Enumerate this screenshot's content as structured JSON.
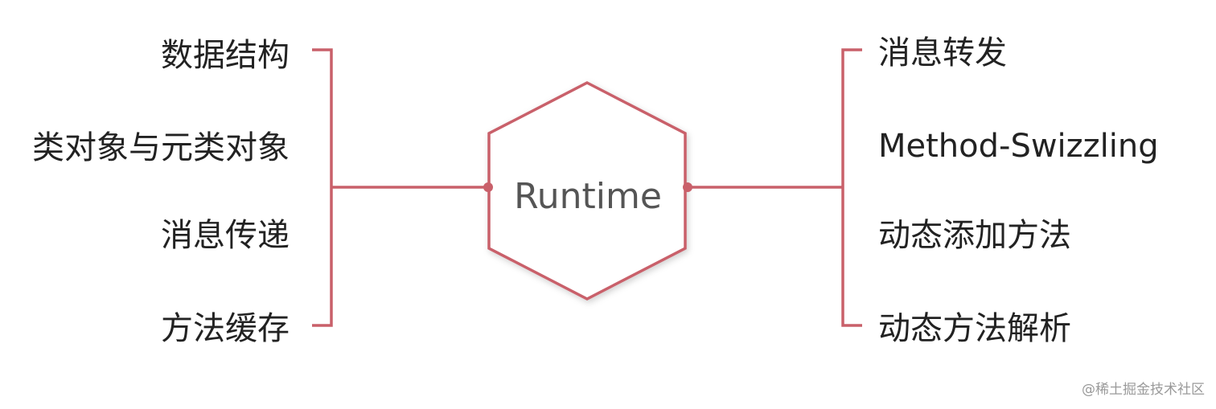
{
  "center": {
    "label": "Runtime"
  },
  "left_items": [
    {
      "label": "数据结构"
    },
    {
      "label": "类对象与元类对象"
    },
    {
      "label": "消息传递"
    },
    {
      "label": "方法缓存"
    }
  ],
  "right_items": [
    {
      "label": "消息转发"
    },
    {
      "label": "Method-Swizzling"
    },
    {
      "label": "动态添加方法"
    },
    {
      "label": "动态方法解析"
    }
  ],
  "watermark": "@稀土掘金技术社区",
  "colors": {
    "line": "#c9606a",
    "text": "#222222",
    "center_text": "#555555"
  }
}
